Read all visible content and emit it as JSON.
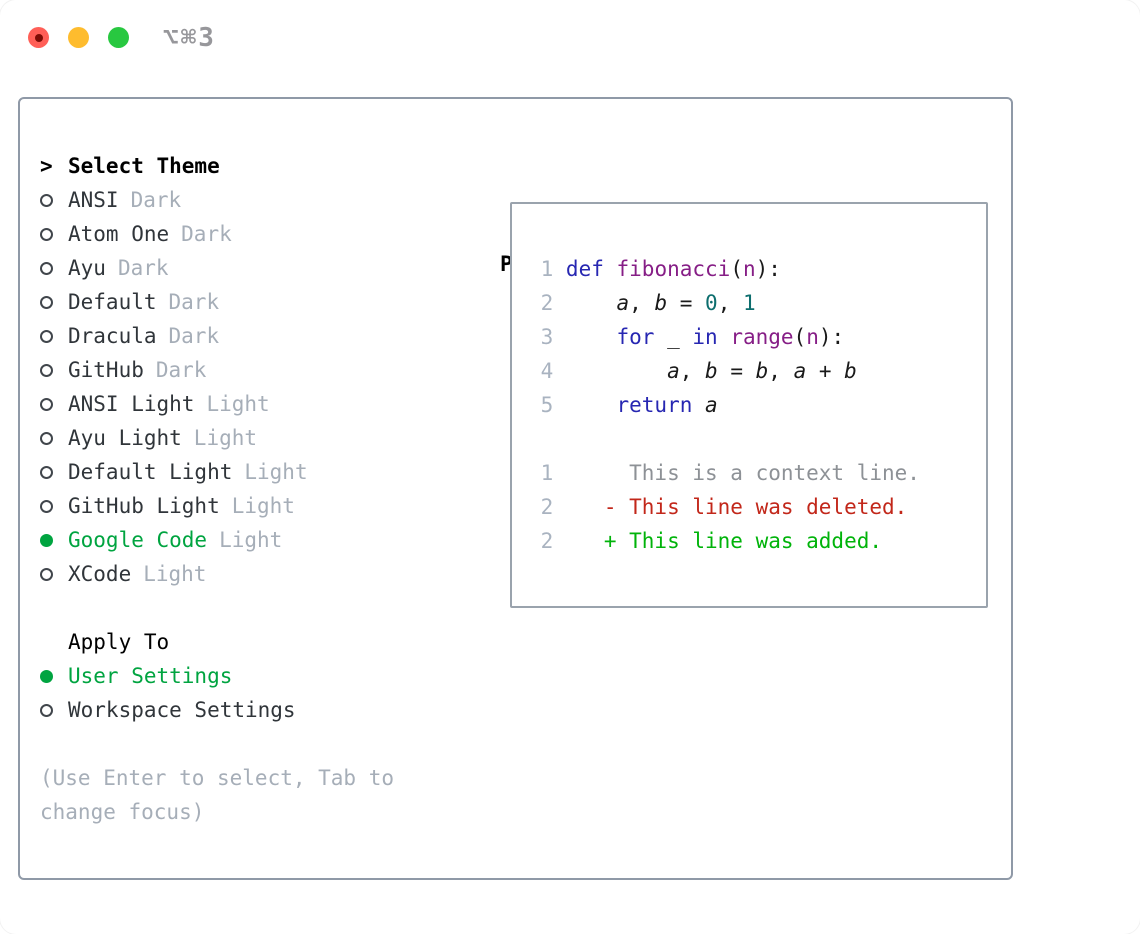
{
  "window": {
    "title": "⌥⌘3",
    "traffic_lights": [
      {
        "name": "close",
        "color_key": "close"
      },
      {
        "name": "minimize",
        "color_key": "min"
      },
      {
        "name": "zoom",
        "color_key": "zoom"
      }
    ]
  },
  "theme_picker": {
    "cursor": ">",
    "title": "Select Theme",
    "items": [
      {
        "name": "ANSI",
        "variant": "Dark",
        "selected": false
      },
      {
        "name": "Atom One",
        "variant": "Dark",
        "selected": false
      },
      {
        "name": "Ayu",
        "variant": "Dark",
        "selected": false
      },
      {
        "name": "Default",
        "variant": "Dark",
        "selected": false
      },
      {
        "name": "Dracula",
        "variant": "Dark",
        "selected": false
      },
      {
        "name": "GitHub",
        "variant": "Dark",
        "selected": false
      },
      {
        "name": "ANSI Light",
        "variant": "Light",
        "selected": false
      },
      {
        "name": "Ayu Light",
        "variant": "Light",
        "selected": false
      },
      {
        "name": "Default Light",
        "variant": "Light",
        "selected": false
      },
      {
        "name": "GitHub Light",
        "variant": "Light",
        "selected": false
      },
      {
        "name": "Google Code",
        "variant": "Light",
        "selected": true
      },
      {
        "name": "XCode",
        "variant": "Light",
        "selected": false
      }
    ]
  },
  "apply_to": {
    "title": "Apply To",
    "options": [
      {
        "label": "User Settings",
        "selected": true
      },
      {
        "label": "Workspace Settings",
        "selected": false
      }
    ]
  },
  "help": {
    "line1": "(Use Enter to select, Tab to",
    "line2": "change focus)"
  },
  "preview": {
    "title": "Preview",
    "code_lines": [
      {
        "num": "1",
        "segments": [
          {
            "c": "kw",
            "t": "def"
          },
          {
            "c": "pl",
            "t": " "
          },
          {
            "c": "fn",
            "t": "fibonacci"
          },
          {
            "c": "pl",
            "t": "("
          },
          {
            "c": "fn",
            "t": "n"
          },
          {
            "c": "pl",
            "t": "):"
          }
        ]
      },
      {
        "num": "2",
        "segments": [
          {
            "c": "pl",
            "t": "    "
          },
          {
            "c": "var",
            "t": "a"
          },
          {
            "c": "pl",
            "t": ", "
          },
          {
            "c": "var",
            "t": "b"
          },
          {
            "c": "pl",
            "t": " = "
          },
          {
            "c": "num",
            "t": "0"
          },
          {
            "c": "pl",
            "t": ", "
          },
          {
            "c": "num",
            "t": "1"
          }
        ]
      },
      {
        "num": "3",
        "segments": [
          {
            "c": "pl",
            "t": "    "
          },
          {
            "c": "kw",
            "t": "for"
          },
          {
            "c": "pl",
            "t": " _ "
          },
          {
            "c": "kw",
            "t": "in"
          },
          {
            "c": "pl",
            "t": " "
          },
          {
            "c": "fn",
            "t": "range"
          },
          {
            "c": "pl",
            "t": "("
          },
          {
            "c": "fn",
            "t": "n"
          },
          {
            "c": "pl",
            "t": "):"
          }
        ]
      },
      {
        "num": "4",
        "segments": [
          {
            "c": "pl",
            "t": "        "
          },
          {
            "c": "var",
            "t": "a"
          },
          {
            "c": "pl",
            "t": ", "
          },
          {
            "c": "var",
            "t": "b"
          },
          {
            "c": "pl",
            "t": " = "
          },
          {
            "c": "var",
            "t": "b"
          },
          {
            "c": "pl",
            "t": ", "
          },
          {
            "c": "var",
            "t": "a"
          },
          {
            "c": "pl",
            "t": " + "
          },
          {
            "c": "var",
            "t": "b"
          }
        ]
      },
      {
        "num": "5",
        "segments": [
          {
            "c": "pl",
            "t": "    "
          },
          {
            "c": "kw",
            "t": "return"
          },
          {
            "c": "pl",
            "t": " "
          },
          {
            "c": "var",
            "t": "a"
          }
        ]
      },
      {
        "num": "",
        "segments": []
      },
      {
        "num": "1",
        "segments": [
          {
            "c": "ctx",
            "t": "     This is a context line."
          }
        ]
      },
      {
        "num": "2",
        "segments": [
          {
            "c": "del",
            "t": "   - This line was deleted."
          }
        ]
      },
      {
        "num": "2",
        "segments": [
          {
            "c": "add",
            "t": "   + This line was added."
          }
        ]
      }
    ]
  },
  "colors": {
    "accent": "#00a440",
    "dim": "#a6aeb8",
    "item": "#30353a",
    "border": "#8f99a7",
    "box_border": "#9aa3ad",
    "title_gray": "#97979b",
    "keyword": "#2727b2",
    "name": "#861e86",
    "number": "#0d6e6e",
    "plain": "#1a1a1a",
    "context": "#8d9196",
    "deleted": "#c2271a",
    "added": "#00b30a",
    "linenum": "#a9b3c0",
    "close": "#ff5f57",
    "close_dot": "#7d0d06",
    "min": "#febc2e",
    "zoom": "#28c840"
  }
}
